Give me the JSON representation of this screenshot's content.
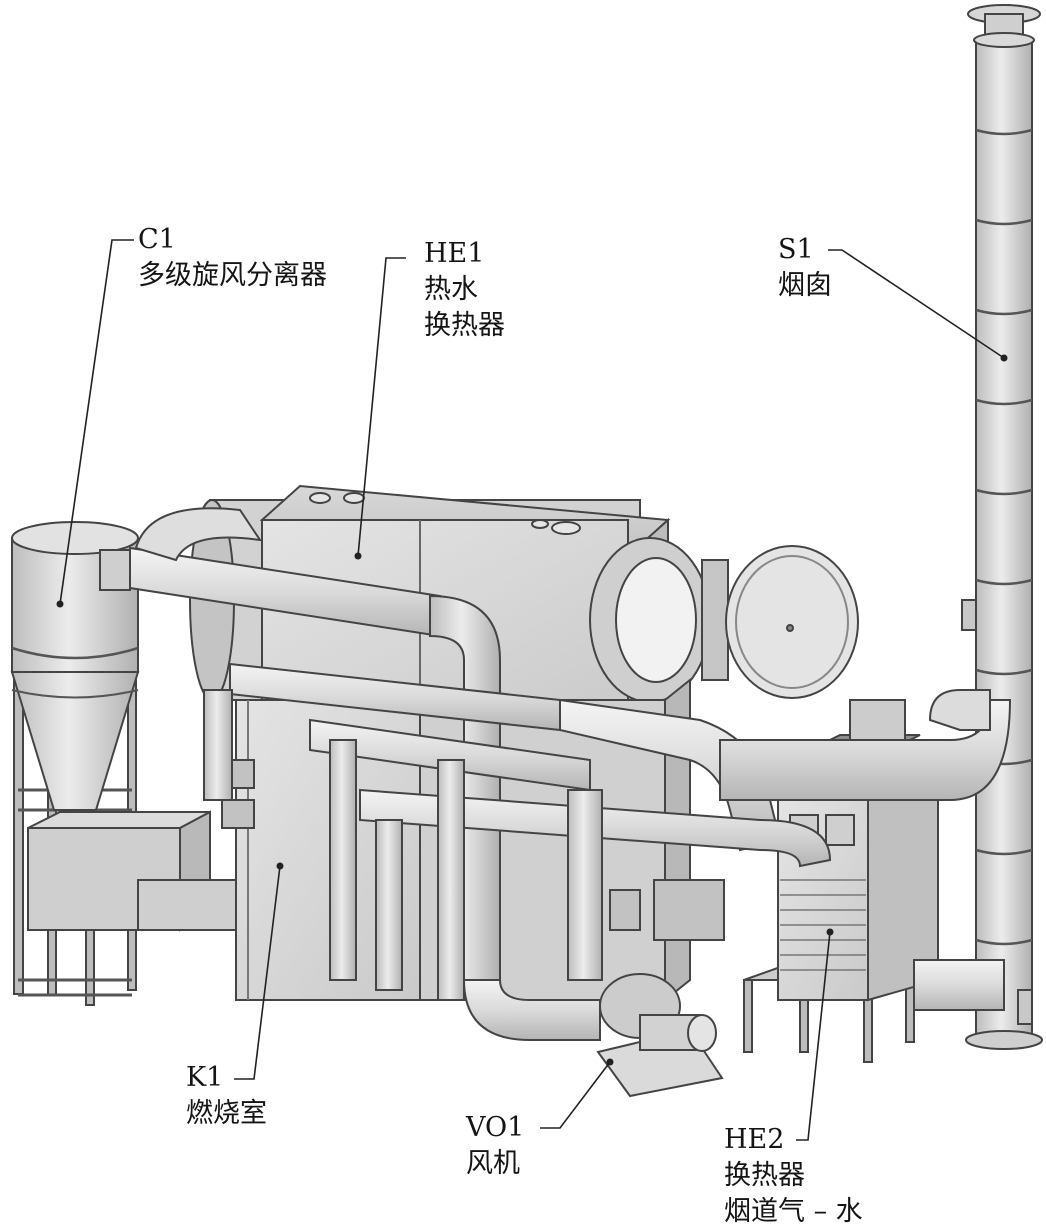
{
  "components": {
    "c1": {
      "code": "C1",
      "name": "多级旋风分离器"
    },
    "he1": {
      "code": "HE1",
      "name_line1": "热水",
      "name_line2": "换热器"
    },
    "s1": {
      "code": "S1",
      "name": "烟囱"
    },
    "k1": {
      "code": "K1",
      "name": "燃烧室"
    },
    "vo1": {
      "code": "VO1",
      "name": "风机"
    },
    "he2": {
      "code": "HE2",
      "name_line1": "换热器",
      "name_line2": "烟道气 – 水"
    }
  },
  "colors": {
    "metal_light": "#e3e3e3",
    "metal_mid": "#c9c9c9",
    "metal_dark": "#a9a9a9",
    "outline": "#444444",
    "leader": "#222222"
  }
}
